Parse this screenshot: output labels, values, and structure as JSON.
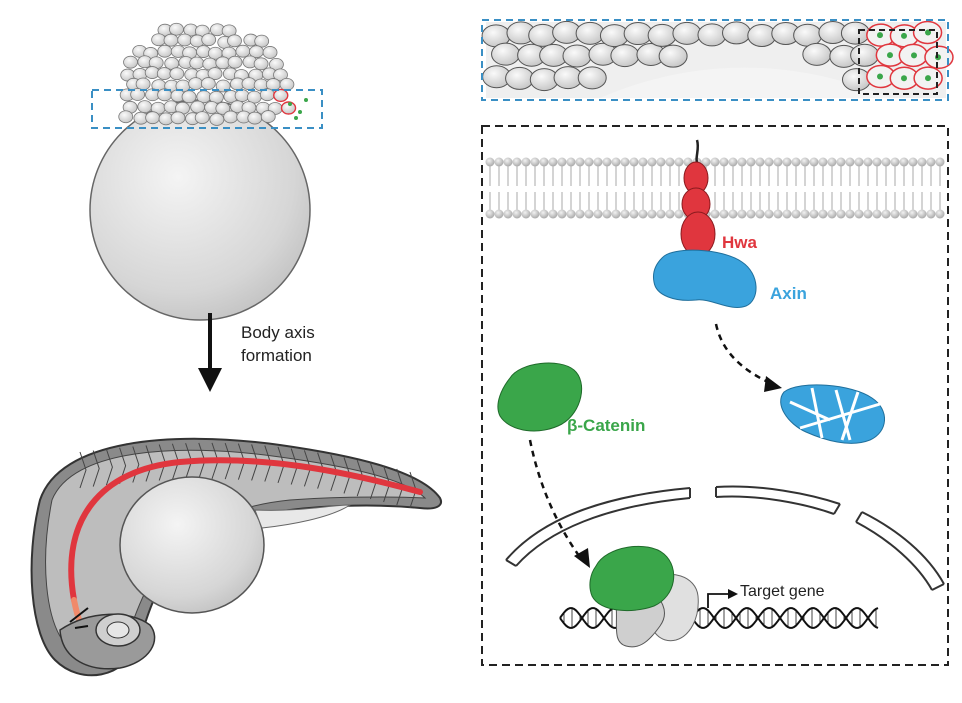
{
  "labels": {
    "step": [
      "Body axis",
      "formation"
    ],
    "hwa": "Hwa",
    "axin": "Axin",
    "beta_catenin": "β-Catenin",
    "target_gene": "Target gene"
  },
  "colors": {
    "hwa": "#e0363e",
    "axin": "#3aa3dd",
    "beta_catenin": "#3aa64a",
    "box_blue": "#3a8fc4",
    "box_black": "#222222",
    "cell_gray": "#d9d9d9",
    "notochord": "#e0363e"
  },
  "icons": {
    "arrow": "down-arrow-icon",
    "degradation": "degraded-axin-icon",
    "dna": "dna-helix-icon"
  }
}
